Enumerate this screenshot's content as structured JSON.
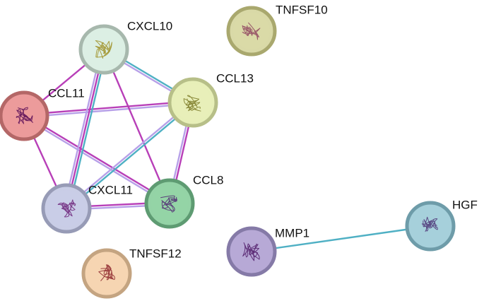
{
  "network": {
    "nodes": [
      {
        "id": "CXCL10",
        "label": "CXCL10",
        "fill": "#dcefe4",
        "ring": "#a7b8ad",
        "glyph": "#a69b3b"
      },
      {
        "id": "TNFSF10",
        "label": "TNFSF10",
        "fill": "#d9d9a7",
        "ring": "#a9a86e",
        "glyph": "#9a5a6a"
      },
      {
        "id": "CCL13",
        "label": "CCL13",
        "fill": "#e7efb8",
        "ring": "#b7bf88",
        "glyph": "#8a8a3a"
      },
      {
        "id": "CCL11",
        "label": "CCL11",
        "fill": "#ec9b9b",
        "ring": "#b46767",
        "glyph": "#6d2060"
      },
      {
        "id": "CXCL11",
        "label": "CXCL11",
        "fill": "#c9cde6",
        "ring": "#979bb6",
        "glyph": "#7a3c8a"
      },
      {
        "id": "CCL8",
        "label": "CCL8",
        "fill": "#94d3a6",
        "ring": "#5e9b72",
        "glyph": "#5a3f7a"
      },
      {
        "id": "TNFSF12",
        "label": "TNFSF12",
        "fill": "#f6d5b2",
        "ring": "#c4a481",
        "glyph": "#9d4040"
      },
      {
        "id": "MMP1",
        "label": "MMP1",
        "fill": "#b7a9d6",
        "ring": "#857aa7",
        "glyph": "#5e2f78"
      },
      {
        "id": "HGF",
        "label": "HGF",
        "fill": "#a6d0db",
        "ring": "#6e9ca9",
        "glyph": "#5b4c86"
      }
    ],
    "edges": [
      {
        "source": "CCL11",
        "target": "CXCL10",
        "colors": [
          "#b83fb8"
        ]
      },
      {
        "source": "CCL11",
        "target": "CCL13",
        "colors": [
          "#b83fb8",
          "#b7a0e8"
        ]
      },
      {
        "source": "CCL11",
        "target": "CXCL11",
        "colors": [
          "#b83fb8"
        ]
      },
      {
        "source": "CCL11",
        "target": "CCL8",
        "colors": [
          "#b83fb8",
          "#b7a0e8"
        ]
      },
      {
        "source": "CXCL10",
        "target": "CCL13",
        "colors": [
          "#4fb0c4",
          "#b7a0e8"
        ]
      },
      {
        "source": "CXCL10",
        "target": "CXCL11",
        "colors": [
          "#4fb0c4",
          "#b83fb8",
          "#b7a0e8"
        ]
      },
      {
        "source": "CXCL10",
        "target": "CCL8",
        "colors": [
          "#b83fb8"
        ]
      },
      {
        "source": "CCL13",
        "target": "CXCL11",
        "colors": [
          "#4fb0c4",
          "#b7a0e8"
        ]
      },
      {
        "source": "CCL13",
        "target": "CCL8",
        "colors": [
          "#b83fb8",
          "#b7a0e8"
        ]
      },
      {
        "source": "CXCL11",
        "target": "CCL8",
        "colors": [
          "#b83fb8",
          "#b7a0e8"
        ]
      },
      {
        "source": "MMP1",
        "target": "HGF",
        "colors": [
          "#4fb0c4"
        ]
      }
    ]
  }
}
